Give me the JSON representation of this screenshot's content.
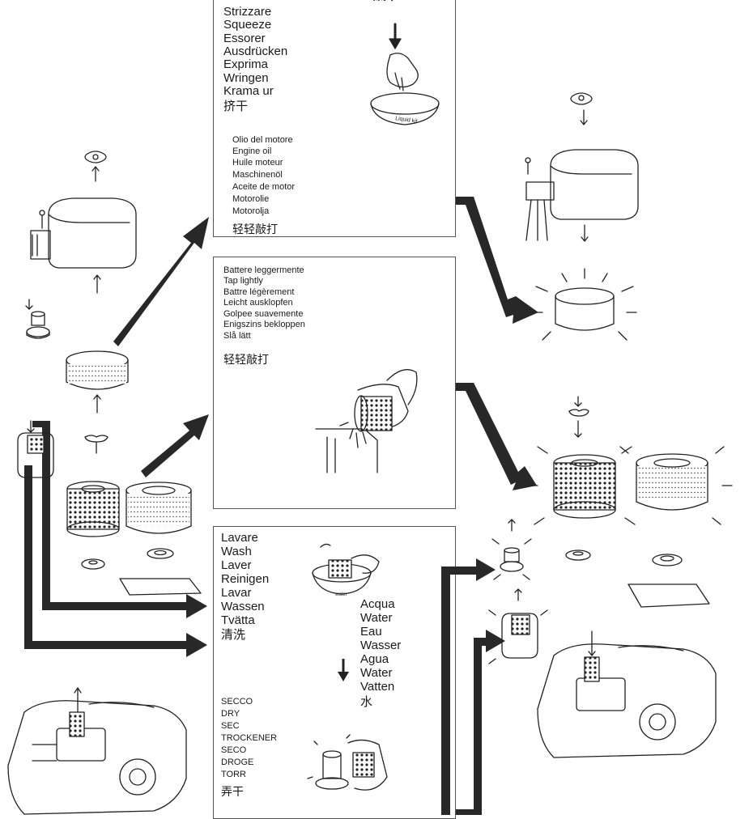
{
  "top_partial_label": "擦拭",
  "panel_squeeze": {
    "verbs": [
      "Strizzare",
      "Squeeze",
      "Essorer",
      "Ausdrücken",
      "Exprima",
      "Wringen",
      "Krama ur",
      "挤干"
    ],
    "oil": [
      "Olio del motore",
      "Engine oil",
      "Huile moteur",
      "Maschinenöl",
      "Aceite de motor",
      "Motorolie",
      "Motorolja",
      "轻轻敲打"
    ],
    "bowl_label": "Liquid kit"
  },
  "panel_tap": {
    "lines": [
      "Battere leggermente",
      "Tap lightly",
      "Battre légèrement",
      "Leicht ausklopfen",
      "Golpee suavemente",
      "Enigszins bekloppen",
      "Slå lätt",
      "轻轻敲打"
    ]
  },
  "panel_wash": {
    "wash": [
      "Lavare",
      "Wash",
      "Laver",
      "Reinigen",
      "Lavar",
      "Wassen",
      "Tvätta",
      "清洗"
    ],
    "water": [
      "Acqua",
      "Water",
      "Eau",
      "Wasser",
      "Agua",
      "Water",
      "Vatten",
      "水"
    ],
    "dry": [
      "SECCO",
      "DRY",
      "SEC",
      "TROCKENER",
      "SECO",
      "DROGE",
      "TORR",
      "弄干"
    ],
    "bowl_label": "water"
  }
}
